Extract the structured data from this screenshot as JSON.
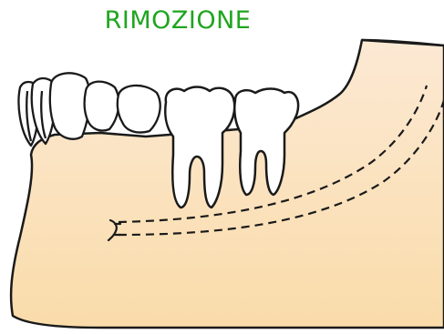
{
  "title": "RIMOZIONE",
  "colors": {
    "title": "#1fa51f",
    "bone_fill": "#fbe0b6",
    "gum_fill": "#fbe4cc",
    "outline": "#1a1a1a",
    "tooth_fill": "#ffffff"
  },
  "icons": {
    "mandible": "jaw-bone-illustration",
    "teeth": "tooth-icons",
    "canal": "dashed-nerve-canal"
  }
}
